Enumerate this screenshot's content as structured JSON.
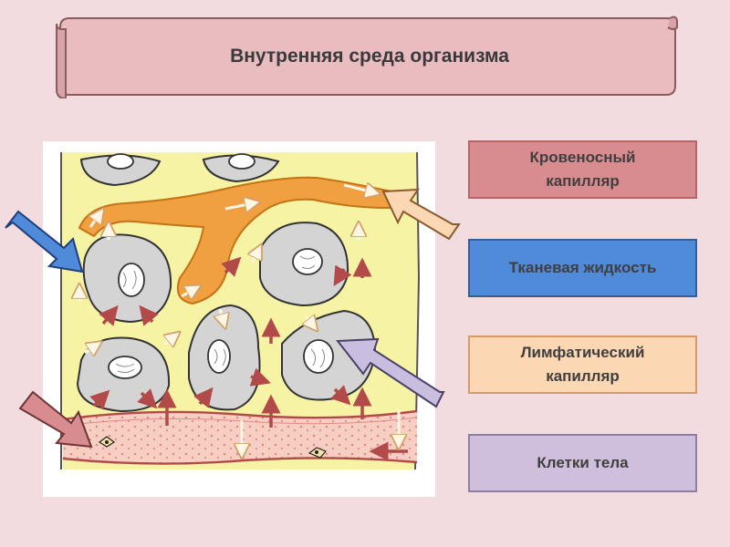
{
  "title": "Внутренняя среда организма",
  "legend": {
    "blood_capillary": "Кровеносный капилляр",
    "tissue_fluid": "Тканевая жидкость",
    "lymph_capillary": "Лимфатический капилляр",
    "body_cells": "Клетки тела"
  },
  "colors": {
    "background": "#f2dcdf",
    "scroll": "#e9bcc0",
    "tissue_fluid": "#f7f3a4",
    "cells": "#d4d4d4",
    "lymph_capillary": "#f0a040",
    "blood_capillary": "#f7cfc2",
    "box_blood": "#d88c8f",
    "box_tissue": "#4f8bd9",
    "box_lymph": "#fbd7b3",
    "box_cells": "#d0bfdc"
  },
  "icons": [
    "pointer-arrow-blue",
    "pointer-arrow-peach",
    "pointer-arrow-lavender",
    "pointer-arrow-rose"
  ]
}
